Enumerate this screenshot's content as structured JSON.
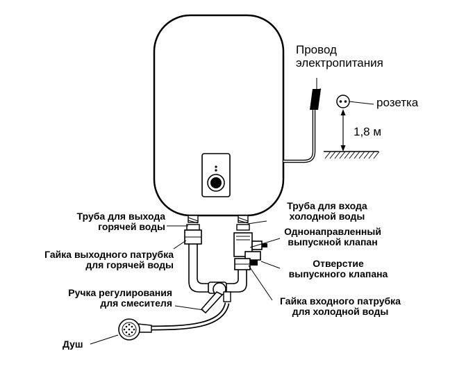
{
  "labels": {
    "power_cord": [
      "Провод",
      "электропитания"
    ],
    "socket": "розетка",
    "height": "1,8 м",
    "hot_pipe": [
      "Труба для выхода",
      "горячей воды"
    ],
    "cold_pipe": [
      "Труба для входа",
      "холодной воды"
    ],
    "hot_nut": [
      "Гайка выходного патрубка",
      "для горячей воды"
    ],
    "check_valve": [
      "Однонаправленный",
      "выпускной клапан"
    ],
    "valve_hole": [
      "Отверстие",
      "выпускного клапана"
    ],
    "mixer_handle": [
      "Ручка регулирования",
      "для смесителя"
    ],
    "cold_nut": [
      "Гайка входного патрубка",
      "для холодной воды"
    ],
    "shower": "Душ"
  },
  "icons": [
    "water-heater-tank",
    "control-knob-icon",
    "plug-icon",
    "socket-icon",
    "shower-head-icon",
    "mixer-valve-icon",
    "check-valve-icon",
    "floor-hatch-icon"
  ]
}
